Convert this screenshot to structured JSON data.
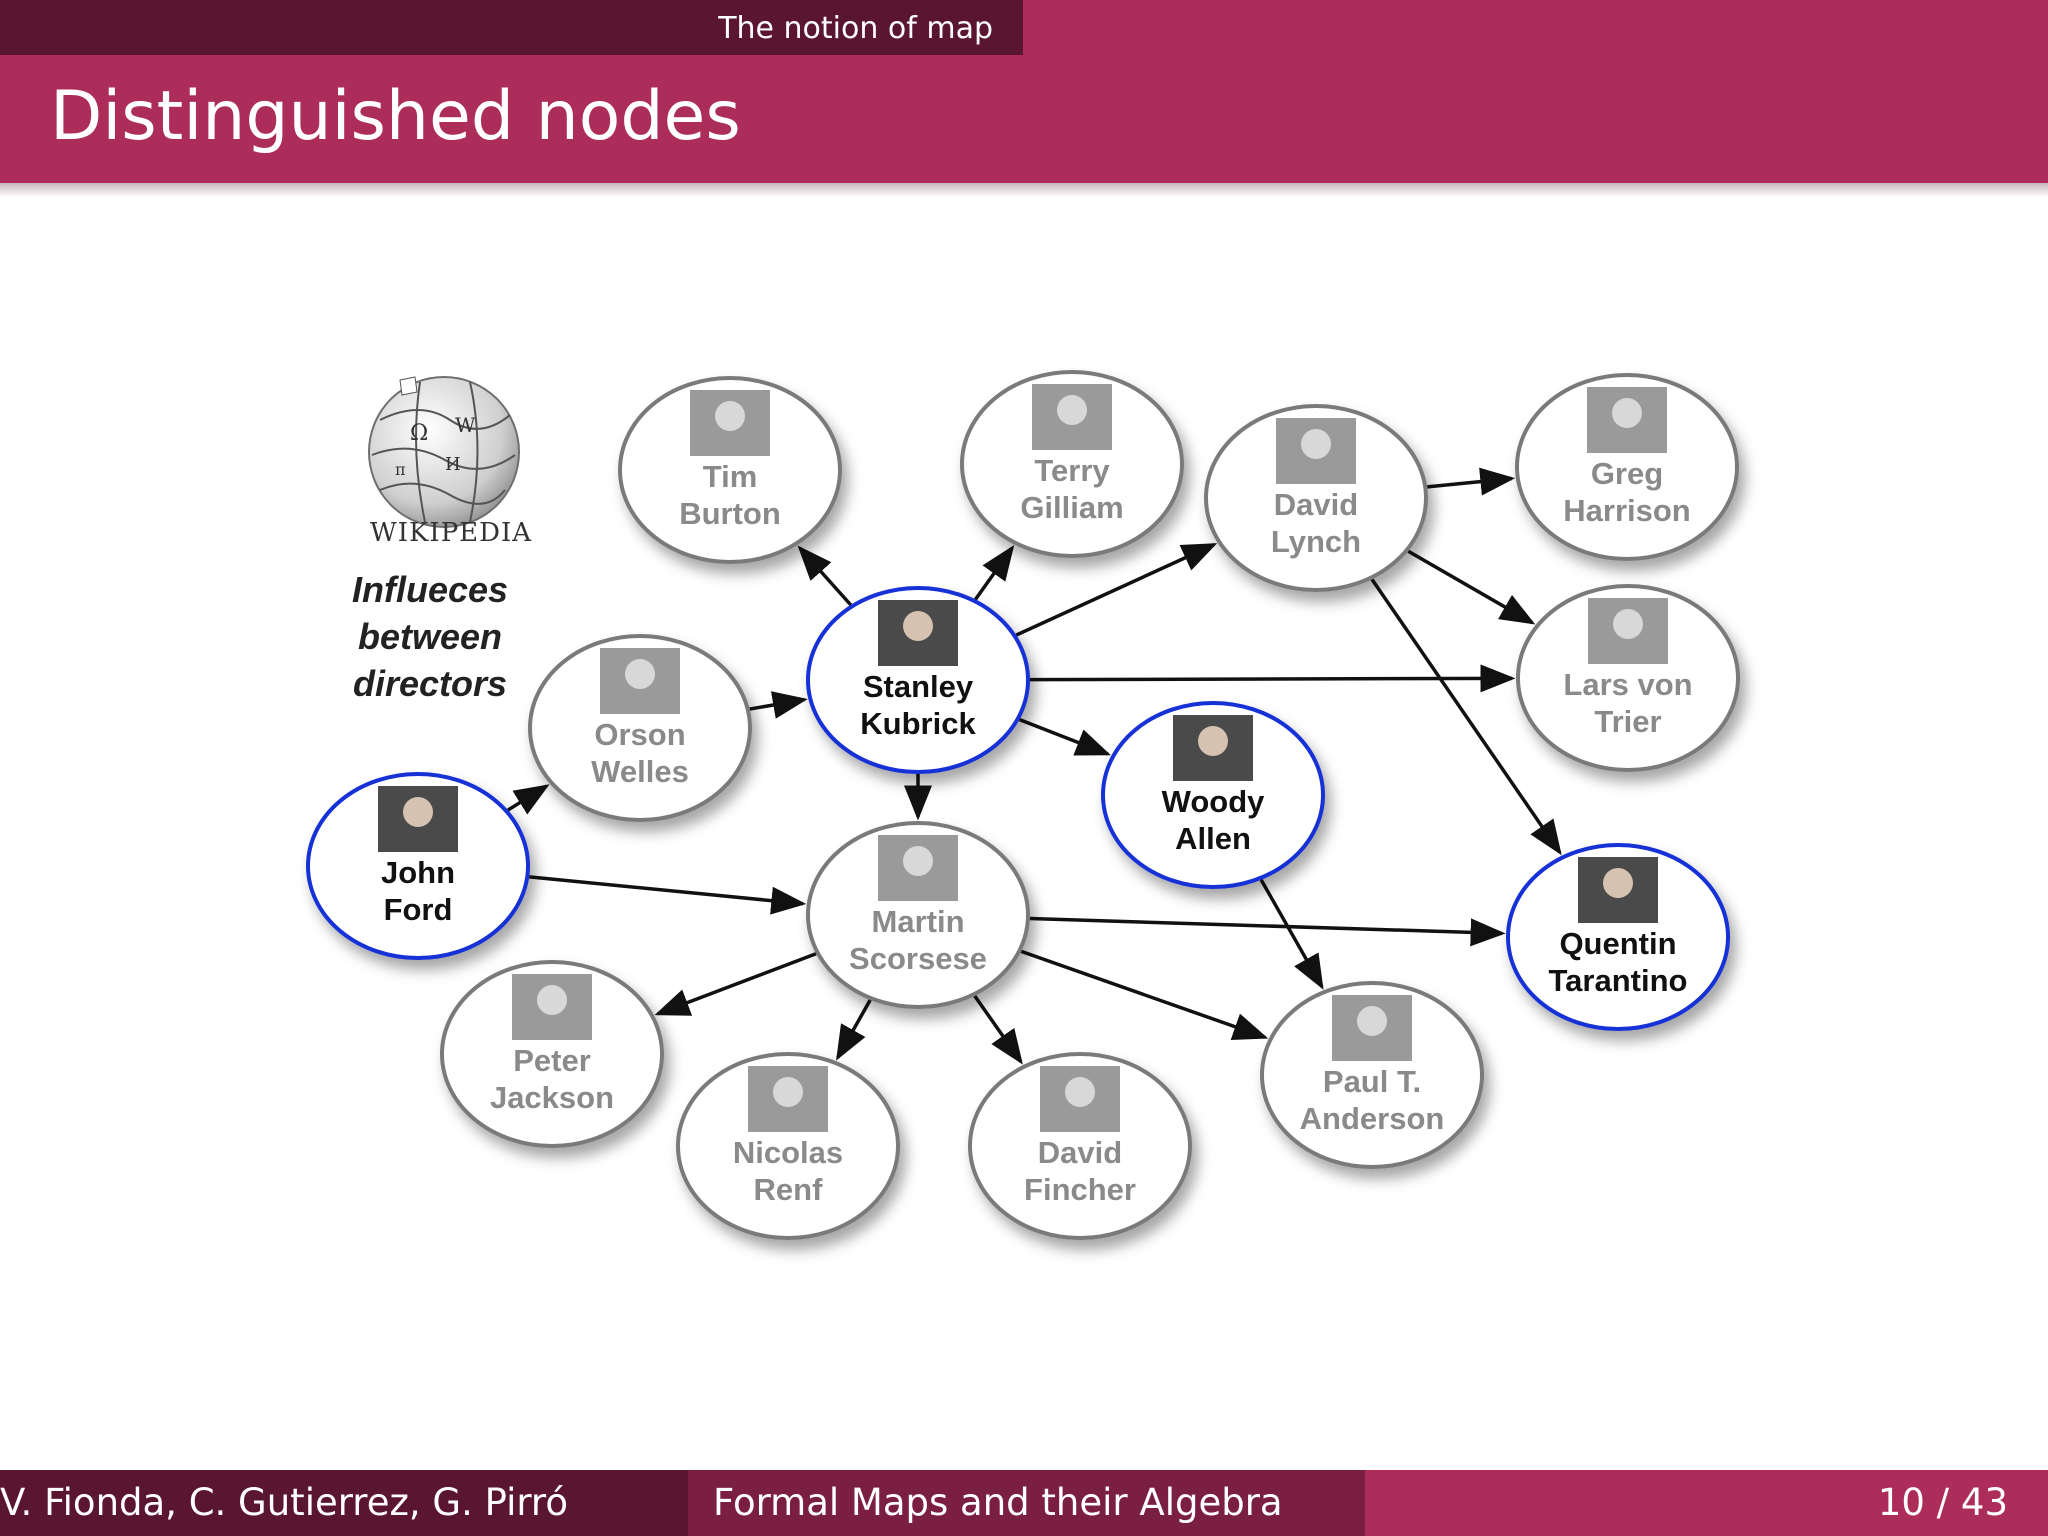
{
  "header": {
    "section": "The notion of map",
    "title": "Distinguished nodes"
  },
  "footer": {
    "authors": "V. Fionda, C. Gutierrez, G. Pirró",
    "talk_title": "Formal Maps and their Algebra",
    "page": "10 / 43"
  },
  "wikipedia": {
    "label": "WIKIPEDIA",
    "note_lines": [
      "Influeces",
      "between",
      "directors"
    ]
  },
  "nodes": [
    {
      "id": "tim-burton",
      "lines": [
        "Tim",
        "Burton"
      ],
      "distinguished": false
    },
    {
      "id": "terry-gilliam",
      "lines": [
        "Terry",
        "Gilliam"
      ],
      "distinguished": false
    },
    {
      "id": "david-lynch",
      "lines": [
        "David",
        "Lynch"
      ],
      "distinguished": false
    },
    {
      "id": "greg-harrison",
      "lines": [
        "Greg",
        "Harrison"
      ],
      "distinguished": false
    },
    {
      "id": "stanley-kubrick",
      "lines": [
        "Stanley",
        "Kubrick"
      ],
      "distinguished": true
    },
    {
      "id": "orson-welles",
      "lines": [
        "Orson",
        "Welles"
      ],
      "distinguished": false
    },
    {
      "id": "lars-von-trier",
      "lines": [
        "Lars von",
        "Trier"
      ],
      "distinguished": false
    },
    {
      "id": "woody-allen",
      "lines": [
        "Woody",
        "Allen"
      ],
      "distinguished": true
    },
    {
      "id": "john-ford",
      "lines": [
        "John",
        "Ford"
      ],
      "distinguished": true
    },
    {
      "id": "martin-scorsese",
      "lines": [
        "Martin",
        "Scorsese"
      ],
      "distinguished": false
    },
    {
      "id": "quentin-tarantino",
      "lines": [
        "Quentin",
        "Tarantino"
      ],
      "distinguished": true
    },
    {
      "id": "peter-jackson",
      "lines": [
        "Peter",
        "Jackson"
      ],
      "distinguished": false
    },
    {
      "id": "nicolas-renf",
      "lines": [
        "Nicolas",
        "Renf"
      ],
      "distinguished": false
    },
    {
      "id": "david-fincher",
      "lines": [
        "David",
        "Fincher"
      ],
      "distinguished": false
    },
    {
      "id": "paul-t-anderson",
      "lines": [
        "Paul T.",
        "Anderson"
      ],
      "distinguished": false
    }
  ],
  "edges": [
    [
      "john-ford",
      "orson-welles"
    ],
    [
      "john-ford",
      "martin-scorsese"
    ],
    [
      "orson-welles",
      "stanley-kubrick"
    ],
    [
      "stanley-kubrick",
      "tim-burton"
    ],
    [
      "stanley-kubrick",
      "terry-gilliam"
    ],
    [
      "stanley-kubrick",
      "david-lynch"
    ],
    [
      "stanley-kubrick",
      "lars-von-trier"
    ],
    [
      "stanley-kubrick",
      "woody-allen"
    ],
    [
      "stanley-kubrick",
      "martin-scorsese"
    ],
    [
      "david-lynch",
      "greg-harrison"
    ],
    [
      "david-lynch",
      "lars-von-trier"
    ],
    [
      "david-lynch",
      "quentin-tarantino"
    ],
    [
      "woody-allen",
      "paul-t-anderson"
    ],
    [
      "martin-scorsese",
      "quentin-tarantino"
    ],
    [
      "martin-scorsese",
      "peter-jackson"
    ],
    [
      "martin-scorsese",
      "nicolas-renf"
    ],
    [
      "martin-scorsese",
      "david-fincher"
    ],
    [
      "martin-scorsese",
      "paul-t-anderson"
    ]
  ],
  "colors": {
    "distinguished_border": "#1530d6",
    "regular_border": "#7a7a7a",
    "distinguished_text": "#111111",
    "regular_text": "#8a8a8a",
    "arrow": "#111111"
  }
}
